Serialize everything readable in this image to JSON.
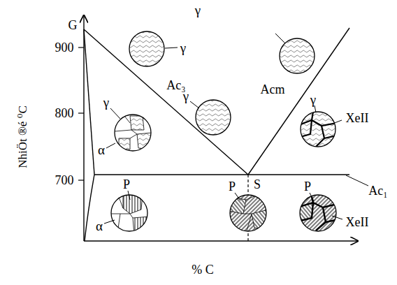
{
  "diagram": {
    "labels": [
      "γ",
      "G",
      "900",
      "800",
      "700",
      "NhiÖt ®é ⁰C",
      "γ",
      "Ac₃",
      "γ",
      "α",
      "γ",
      "Acm",
      "γ",
      "XeII",
      "S",
      "Ac₁",
      "P",
      "α",
      "P",
      "P",
      "XeII",
      "% C"
    ]
  }
}
